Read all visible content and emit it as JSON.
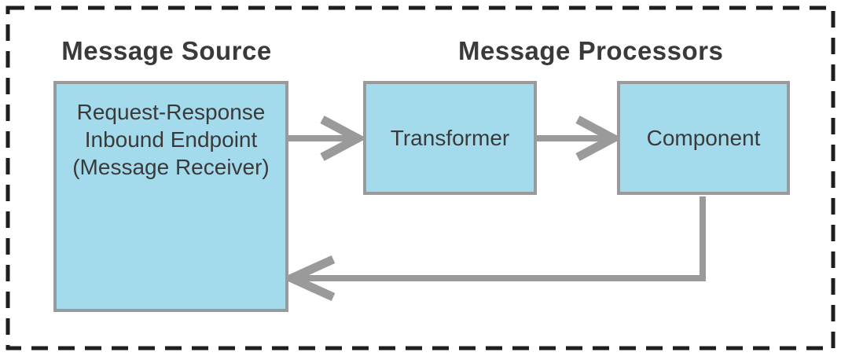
{
  "headings": {
    "left": "Message Source",
    "right": "Message Processors"
  },
  "nodes": {
    "source": {
      "lines": [
        "Request-Response",
        "Inbound Endpoint",
        "(Message Receiver)"
      ]
    },
    "transformer": {
      "label": "Transformer"
    },
    "component": {
      "label": "Component"
    }
  },
  "arrows": [
    {
      "name": "source-to-transformer",
      "direction": "right"
    },
    {
      "name": "transformer-to-component",
      "direction": "right"
    },
    {
      "name": "component-back-to-source",
      "direction": "down-left"
    }
  ],
  "colors": {
    "frame": "#1e1e1e",
    "node_fill": "#a4dbec",
    "node_border": "#9a9a9a",
    "arrow": "#9a9a9a",
    "text": "#3a3a3a",
    "background": "#ffffff"
  }
}
